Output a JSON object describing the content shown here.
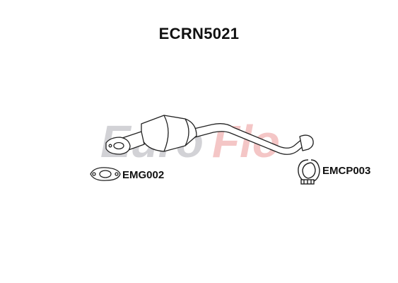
{
  "title": "ECRN5021",
  "watermark": {
    "part1": "Euro",
    "part2": "Flo"
  },
  "parts": [
    {
      "code": "EMG002",
      "icon": "gasket-icon"
    },
    {
      "code": "EMCP003",
      "icon": "clamp-icon"
    }
  ],
  "colors": {
    "watermark_grey": "#c8c8cc",
    "watermark_red": "#f2c4c4",
    "outline": "#222222"
  }
}
